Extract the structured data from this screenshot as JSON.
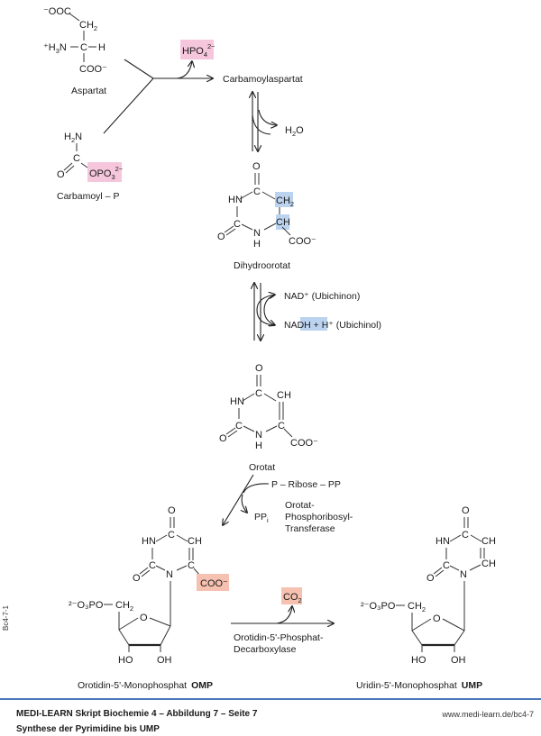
{
  "colors": {
    "pink_highlight": "#f5c6dc",
    "blue_highlight": "#bcd3ef",
    "salmon_highlight": "#f6c1b0",
    "footer_rule": "#4a78b8"
  },
  "aspartat": {
    "ooc": "⁻OOC",
    "ch2": "CH",
    "ch2_sub": "2",
    "h3n": "⁺H",
    "h3n_sub": "3",
    "n": "N",
    "c": "C",
    "h": "H",
    "coo": "COO⁻",
    "label": "Aspartat"
  },
  "carbamoyl_p": {
    "h2n": "H",
    "h2n_sub": "2",
    "n": "N",
    "c": "C",
    "o": "O",
    "opo3": "OPO",
    "opo3_sub": "3",
    "opo3_sup": "2−",
    "label": "Carbamoyl – P"
  },
  "hpo4": {
    "text": "HPO",
    "sub": "4",
    "sup": "2−"
  },
  "carbamoylaspartat": {
    "label": "Carbamoylaspartat"
  },
  "h2o": {
    "h": "H",
    "sub": "2",
    "o": "O"
  },
  "dihydroorotat": {
    "o_top": "O",
    "c_top": "C",
    "hn": "HN",
    "ch2": "CH",
    "ch2_sub": "2",
    "c_left": "C",
    "n": "N",
    "h_n": "H",
    "ch": "CH",
    "o_left": "O",
    "coo": "COO⁻",
    "label": "Dihydroorotat"
  },
  "nad": {
    "ox_label": "NAD⁺ (Ubichinon)",
    "red_pre": "NAD",
    "red_highlight": "H + H⁺",
    "red_post": " (Ubichinol)"
  },
  "orotat": {
    "o_top": "O",
    "c_top": "C",
    "hn": "HN",
    "ch": "CH",
    "c_left": "C",
    "n": "N",
    "h_n": "H",
    "c_right": "C",
    "o_left": "O",
    "coo": "COO⁻",
    "label": "Orotat"
  },
  "prpp": {
    "text": "P – Ribose – PP"
  },
  "ppi": {
    "text": "PP",
    "sub": "i"
  },
  "oprt_enzyme": {
    "lines": [
      "Orotat-",
      "Phosphoribosyl-",
      "Transferase"
    ]
  },
  "omp": {
    "o_top": "O",
    "c_top": "C",
    "hn": "HN",
    "ch": "CH",
    "c_left": "C",
    "n": "N",
    "c_right": "C",
    "o_left": "O",
    "coo": "COO⁻",
    "phosphate": "²⁻O₃PO",
    "ch2": "CH",
    "ch2_sub": "2",
    "ring_o": "O",
    "ho": "HO",
    "oh": "OH",
    "label": "Orotidin-5'-Monophosphat",
    "abbr": "OMP"
  },
  "co2": {
    "text": "CO",
    "sub": "2"
  },
  "decarboxylase": {
    "lines": [
      "Orotidin-5'-Phosphat-",
      "Decarboxylase"
    ]
  },
  "ump": {
    "o_top": "O",
    "c_top": "C",
    "hn": "HN",
    "ch_top": "CH",
    "c_left": "C",
    "n": "N",
    "ch_bottom": "CH",
    "o_left": "O",
    "phosphate": "²⁻O₃PO",
    "ch2": "CH",
    "ch2_sub": "2",
    "ring_o": "O",
    "ho": "HO",
    "oh": "OH",
    "label": "Uridin-5'-Monophosphat",
    "abbr": "UMP"
  },
  "side_code": "Bc4-7-1",
  "footer": {
    "title": "MEDI-LEARN Skript Biochemie 4 – Abbildung 7 – Seite 7",
    "subtitle": "Synthese der Pyrimidine bis UMP",
    "url": "www.medi-learn.de/bc4-7"
  }
}
